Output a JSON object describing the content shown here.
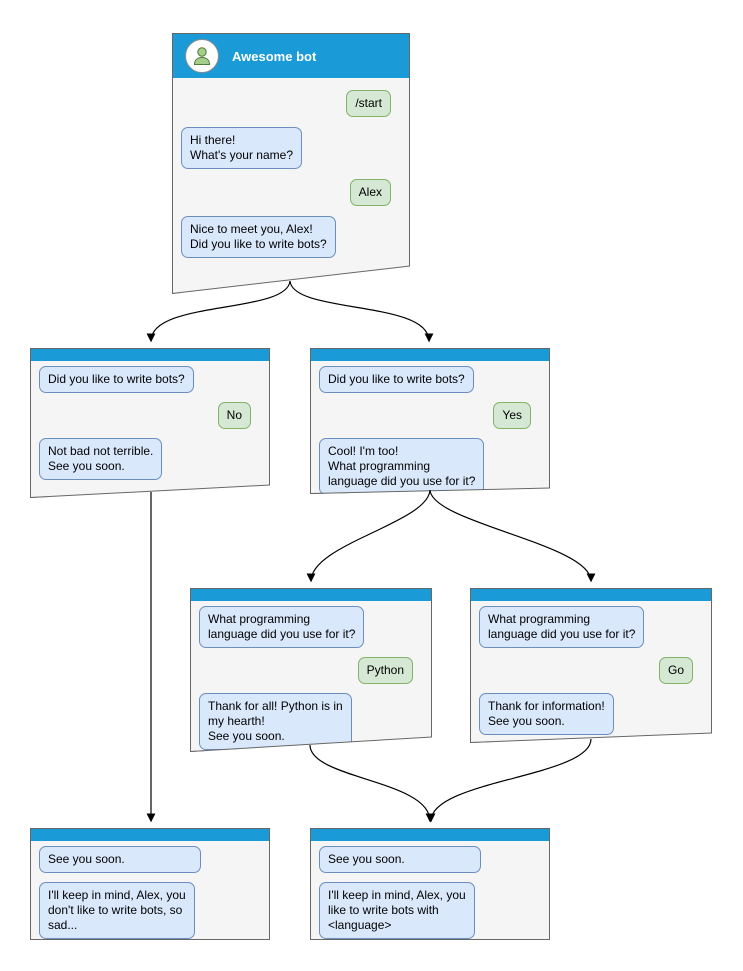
{
  "colors": {
    "header_bg": "#1a9bd7",
    "window_bg": "#f5f5f5",
    "window_border": "#676767",
    "bot_bubble_bg": "#dae8fc",
    "bot_bubble_border": "#6c8ebf",
    "user_bubble_bg": "#d5e8d4",
    "user_bubble_border": "#82b366",
    "arrow": "#000000"
  },
  "icons": {
    "header_avatar": "person-icon"
  },
  "windows": [
    {
      "id": "main",
      "title": "Awesome bot",
      "messages": [
        {
          "from": "user",
          "text": "/start"
        },
        {
          "from": "bot",
          "text": "Hi there!\nWhat's your name?"
        },
        {
          "from": "user",
          "text": "Alex"
        },
        {
          "from": "bot",
          "text": "Nice to meet you, Alex!\nDid you like to write bots?"
        }
      ]
    },
    {
      "id": "branch-no",
      "messages": [
        {
          "from": "bot",
          "text": "Did you like to write bots?"
        },
        {
          "from": "user",
          "text": "No"
        },
        {
          "from": "bot",
          "text": "Not bad not terrible.\nSee you soon."
        }
      ]
    },
    {
      "id": "branch-yes",
      "messages": [
        {
          "from": "bot",
          "text": "Did you like to write bots?"
        },
        {
          "from": "user",
          "text": "Yes"
        },
        {
          "from": "bot",
          "text": "Cool! I'm too!\nWhat programming\nlanguage did you use for it?"
        }
      ]
    },
    {
      "id": "branch-python",
      "messages": [
        {
          "from": "bot",
          "text": "What programming\nlanguage did you use for it?"
        },
        {
          "from": "user",
          "text": "Python"
        },
        {
          "from": "bot",
          "text": "Thank for all! Python is in\nmy hearth!\nSee you soon."
        }
      ]
    },
    {
      "id": "branch-go",
      "messages": [
        {
          "from": "bot",
          "text": "What programming\nlanguage did you use for it?"
        },
        {
          "from": "user",
          "text": "Go"
        },
        {
          "from": "bot",
          "text": "Thank for information!\nSee you soon."
        }
      ]
    },
    {
      "id": "end-no",
      "messages": [
        {
          "from": "bot",
          "text": "See you soon."
        },
        {
          "from": "bot",
          "text": "I'll keep in mind, Alex, you\ndon't like to write bots, so\nsad..."
        }
      ]
    },
    {
      "id": "end-yes",
      "messages": [
        {
          "from": "bot",
          "text": "See you soon."
        },
        {
          "from": "bot",
          "text": "I'll keep in mind, Alex, you\nlike to write bots with\n<language>"
        }
      ]
    }
  ],
  "edges": [
    {
      "from": "main",
      "to": "branch-no"
    },
    {
      "from": "main",
      "to": "branch-yes"
    },
    {
      "from": "branch-no",
      "to": "end-no"
    },
    {
      "from": "branch-yes",
      "to": "branch-python"
    },
    {
      "from": "branch-yes",
      "to": "branch-go"
    },
    {
      "from": "branch-python",
      "to": "end-yes"
    },
    {
      "from": "branch-go",
      "to": "end-yes"
    }
  ]
}
